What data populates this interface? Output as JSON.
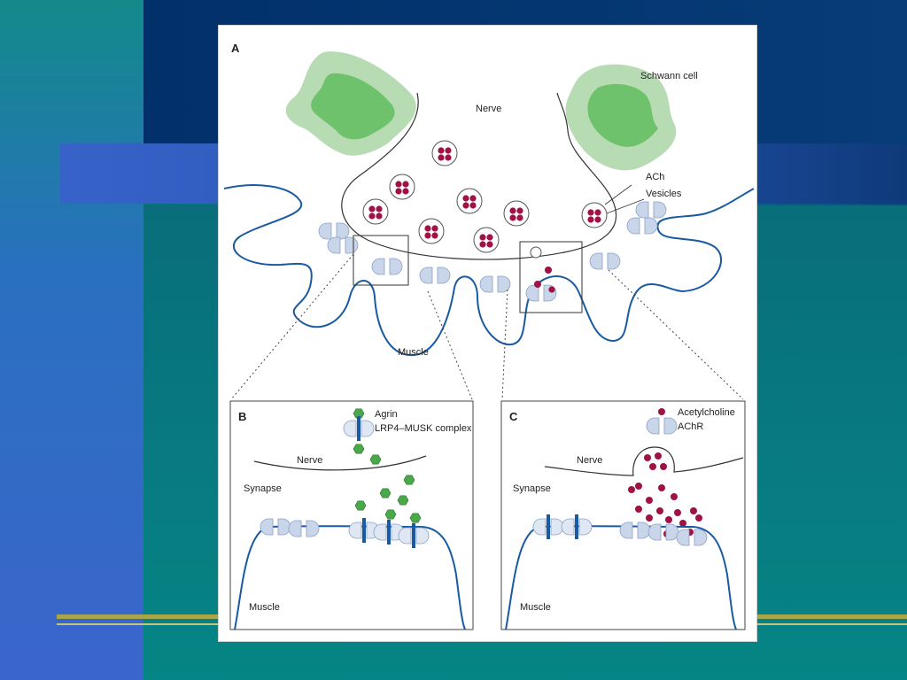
{
  "diagram": {
    "panel_a": {
      "letter": "A",
      "labels": {
        "nerve": "Nerve",
        "schwann": "Schwann cell",
        "ach": "ACh",
        "vesicles": "Vesicles",
        "muscle": "Muscle"
      }
    },
    "panel_b": {
      "letter": "B",
      "legend": {
        "agrin": "Agrin",
        "complex": "LRP4–MUSK complex"
      },
      "labels": {
        "nerve": "Nerve",
        "synapse": "Synapse",
        "muscle": "Muscle"
      }
    },
    "panel_c": {
      "letter": "C",
      "legend": {
        "acetylcholine": "Acetylcholine",
        "achr": "AChR"
      },
      "labels": {
        "nerve": "Nerve",
        "synapse": "Synapse",
        "muscle": "Muscle"
      }
    }
  },
  "colors": {
    "membrane_blue": "#1a5aa0",
    "schwann_outer": "#b7dbb2",
    "schwann_inner": "#5dbb5a",
    "ach_dot": "#a01245",
    "agrin": "#4aa84a",
    "receptor": "#c9d6ea"
  }
}
